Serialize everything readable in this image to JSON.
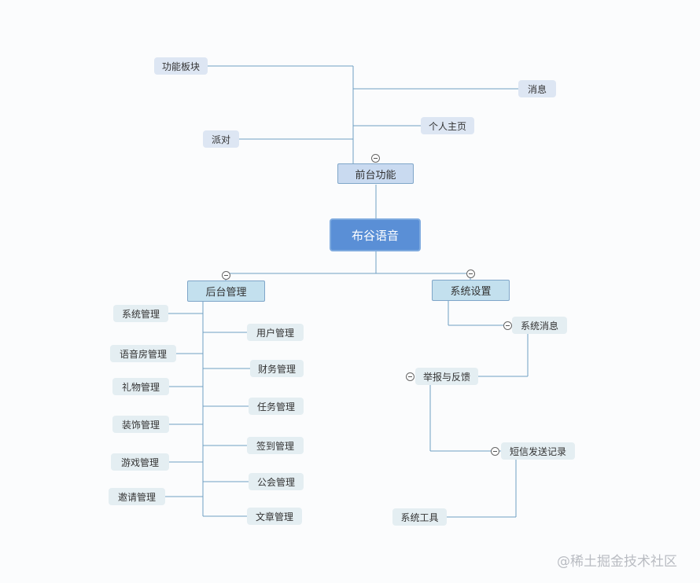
{
  "root": {
    "label": "布谷语音"
  },
  "front": {
    "label": "前台功能",
    "children": {
      "modules": "功能板块",
      "messages": "消息",
      "profile": "个人主页",
      "party": "派对"
    }
  },
  "backend": {
    "label": "后台管理",
    "left_children": [
      "系统管理",
      "语音房管理",
      "礼物管理",
      "装饰管理",
      "游戏管理",
      "邀请管理"
    ],
    "right_children": [
      "用户管理",
      "财务管理",
      "任务管理",
      "签到管理",
      "公会管理",
      "文章管理"
    ]
  },
  "settings": {
    "label": "系统设置",
    "chain": [
      "系统消息",
      "举报与反馈",
      "短信发送记录",
      "系统工具"
    ]
  },
  "watermark": "@稀土掘金技术社区"
}
